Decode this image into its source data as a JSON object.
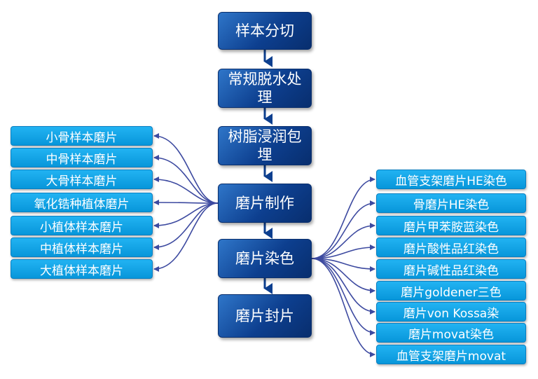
{
  "diagram": {
    "steps": [
      {
        "label": "样本分切"
      },
      {
        "label": "常规脱水处理"
      },
      {
        "label": "树脂浸润包埋"
      },
      {
        "label": "磨片制作"
      },
      {
        "label": "磨片染色"
      },
      {
        "label": "磨片封片"
      }
    ],
    "grinding_types": [
      "小骨样本磨片",
      "中骨样本磨片",
      "大骨样本磨片",
      "氧化锆种植体磨片",
      "小植体样本磨片",
      "中植体样本磨片",
      "大植体样本磨片"
    ],
    "staining_types": [
      "血管支架磨片HE染色",
      "骨磨片HE染色",
      "磨片甲苯胺蓝染色",
      "磨片酸性品红染色",
      "磨片碱性品红染色",
      "磨片goldener三色",
      "磨片von Kossa染",
      "磨片movat染色",
      "血管支架磨片movat"
    ],
    "colors": {
      "step_fill": "#0d3f8f",
      "item_fill": "#0aa0e6",
      "connector": "#3d4aa0",
      "arrow": "#0d3f8f"
    }
  }
}
